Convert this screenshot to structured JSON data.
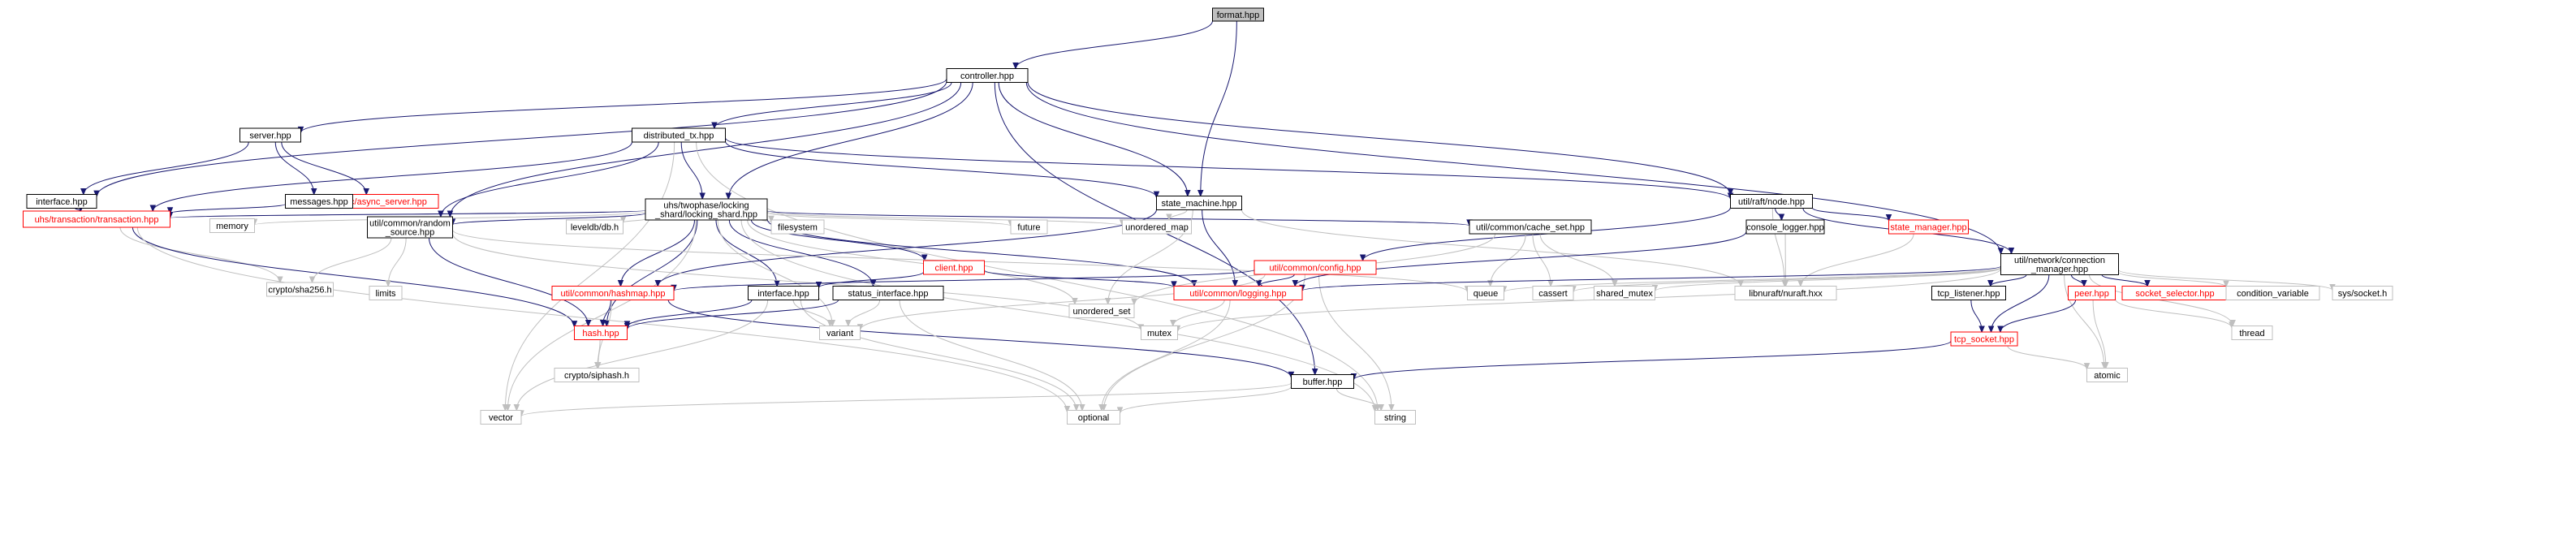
{
  "diagram": {
    "nodes": [
      {
        "id": "format",
        "lines": [
          "format.hpp"
        ],
        "style": "root"
      },
      {
        "id": "controller",
        "lines": [
          "controller.hpp"
        ],
        "style": "dark"
      },
      {
        "id": "server",
        "lines": [
          "server.hpp"
        ],
        "style": "dark"
      },
      {
        "id": "distributed_tx",
        "lines": [
          "distributed_tx.hpp"
        ],
        "style": "dark"
      },
      {
        "id": "interface_top",
        "lines": [
          "interface.hpp"
        ],
        "style": "dark"
      },
      {
        "id": "async_server",
        "lines": [
          "util/rpc/async_server.hpp"
        ],
        "style": "red"
      },
      {
        "id": "messages",
        "lines": [
          "messages.hpp"
        ],
        "style": "dark"
      },
      {
        "id": "locking_shard",
        "lines": [
          "uhs/twophase/locking",
          "_shard/locking_shard.hpp"
        ],
        "style": "dark"
      },
      {
        "id": "state_machine",
        "lines": [
          "state_machine.hpp"
        ],
        "style": "dark"
      },
      {
        "id": "raft_node",
        "lines": [
          "util/raft/node.hpp"
        ],
        "style": "dark"
      },
      {
        "id": "transaction",
        "lines": [
          "uhs/transaction/transaction.hpp"
        ],
        "style": "red"
      },
      {
        "id": "memory",
        "lines": [
          "memory"
        ],
        "style": "gray"
      },
      {
        "id": "random_source",
        "lines": [
          "util/common/random",
          "_source.hpp"
        ],
        "style": "dark"
      },
      {
        "id": "leveldb",
        "lines": [
          "leveldb/db.h"
        ],
        "style": "gray"
      },
      {
        "id": "filesystem",
        "lines": [
          "filesystem"
        ],
        "style": "gray"
      },
      {
        "id": "client",
        "lines": [
          "client.hpp"
        ],
        "style": "red"
      },
      {
        "id": "future",
        "lines": [
          "future"
        ],
        "style": "gray"
      },
      {
        "id": "unordered_map",
        "lines": [
          "unordered_map"
        ],
        "style": "gray"
      },
      {
        "id": "config",
        "lines": [
          "util/common/config.hpp"
        ],
        "style": "red"
      },
      {
        "id": "cache_set",
        "lines": [
          "util/common/cache_set.hpp"
        ],
        "style": "dark"
      },
      {
        "id": "console_logger",
        "lines": [
          "console_logger.hpp"
        ],
        "style": "dark"
      },
      {
        "id": "state_manager",
        "lines": [
          "state_manager.hpp"
        ],
        "style": "red"
      },
      {
        "id": "connection_manager",
        "lines": [
          "util/network/connection",
          "_manager.hpp"
        ],
        "style": "dark"
      },
      {
        "id": "sha256",
        "lines": [
          "crypto/sha256.h"
        ],
        "style": "gray"
      },
      {
        "id": "limits",
        "lines": [
          "limits"
        ],
        "style": "gray"
      },
      {
        "id": "hashmap",
        "lines": [
          "util/common/hashmap.hpp"
        ],
        "style": "red"
      },
      {
        "id": "interface_mid",
        "lines": [
          "interface.hpp"
        ],
        "style": "dark"
      },
      {
        "id": "status_interface",
        "lines": [
          "status_interface.hpp"
        ],
        "style": "dark"
      },
      {
        "id": "unordered_set",
        "lines": [
          "unordered_set"
        ],
        "style": "gray"
      },
      {
        "id": "logging",
        "lines": [
          "util/common/logging.hpp"
        ],
        "style": "red"
      },
      {
        "id": "queue",
        "lines": [
          "queue"
        ],
        "style": "gray"
      },
      {
        "id": "cassert",
        "lines": [
          "cassert"
        ],
        "style": "gray"
      },
      {
        "id": "shared_mutex",
        "lines": [
          "shared_mutex"
        ],
        "style": "gray"
      },
      {
        "id": "nuraft",
        "lines": [
          "libnuraft/nuraft.hxx"
        ],
        "style": "gray"
      },
      {
        "id": "tcp_listener",
        "lines": [
          "tcp_listener.hpp"
        ],
        "style": "dark"
      },
      {
        "id": "peer",
        "lines": [
          "peer.hpp"
        ],
        "style": "red"
      },
      {
        "id": "socket_selector",
        "lines": [
          "socket_selector.hpp"
        ],
        "style": "red"
      },
      {
        "id": "condition_variable",
        "lines": [
          "condition_variable"
        ],
        "style": "gray"
      },
      {
        "id": "sys_socket",
        "lines": [
          "sys/socket.h"
        ],
        "style": "gray"
      },
      {
        "id": "hash",
        "lines": [
          "hash.hpp"
        ],
        "style": "red"
      },
      {
        "id": "variant",
        "lines": [
          "variant"
        ],
        "style": "gray"
      },
      {
        "id": "mutex",
        "lines": [
          "mutex"
        ],
        "style": "gray"
      },
      {
        "id": "thread",
        "lines": [
          "thread"
        ],
        "style": "gray"
      },
      {
        "id": "tcp_socket",
        "lines": [
          "tcp_socket.hpp"
        ],
        "style": "red"
      },
      {
        "id": "siphash",
        "lines": [
          "crypto/siphash.h"
        ],
        "style": "gray"
      },
      {
        "id": "atomic",
        "lines": [
          "atomic"
        ],
        "style": "gray"
      },
      {
        "id": "buffer",
        "lines": [
          "buffer.hpp"
        ],
        "style": "dark"
      },
      {
        "id": "vector",
        "lines": [
          "vector"
        ],
        "style": "gray"
      },
      {
        "id": "optional",
        "lines": [
          "optional"
        ],
        "style": "gray"
      },
      {
        "id": "string",
        "lines": [
          "string"
        ],
        "style": "gray"
      }
    ],
    "edges": [
      [
        "format",
        "controller"
      ],
      [
        "format",
        "state_machine"
      ],
      [
        "controller",
        "server"
      ],
      [
        "controller",
        "distributed_tx"
      ],
      [
        "controller",
        "interface_top"
      ],
      [
        "controller",
        "locking_shard"
      ],
      [
        "controller",
        "state_machine"
      ],
      [
        "controller",
        "raft_node"
      ],
      [
        "controller",
        "random_source"
      ],
      [
        "controller",
        "connection_manager"
      ],
      [
        "controller",
        "buffer"
      ],
      [
        "server",
        "interface_top"
      ],
      [
        "server",
        "async_server"
      ],
      [
        "server",
        "messages"
      ],
      [
        "distributed_tx",
        "locking_shard"
      ],
      [
        "distributed_tx",
        "state_machine"
      ],
      [
        "distributed_tx",
        "raft_node"
      ],
      [
        "distributed_tx",
        "transaction"
      ],
      [
        "distributed_tx",
        "random_source"
      ],
      [
        "distributed_tx",
        "vector"
      ],
      [
        "distributed_tx",
        "string"
      ],
      [
        "interface_top",
        "transaction"
      ],
      [
        "messages",
        "transaction"
      ],
      [
        "locking_shard",
        "transaction"
      ],
      [
        "locking_shard",
        "memory"
      ],
      [
        "locking_shard",
        "random_source"
      ],
      [
        "locking_shard",
        "leveldb"
      ],
      [
        "locking_shard",
        "filesystem"
      ],
      [
        "locking_shard",
        "client"
      ],
      [
        "locking_shard",
        "future"
      ],
      [
        "locking_shard",
        "unordered_map"
      ],
      [
        "locking_shard",
        "cache_set"
      ],
      [
        "locking_shard",
        "hashmap"
      ],
      [
        "locking_shard",
        "interface_mid"
      ],
      [
        "locking_shard",
        "status_interface"
      ],
      [
        "locking_shard",
        "logging"
      ],
      [
        "locking_shard",
        "hash"
      ],
      [
        "locking_shard",
        "variant"
      ],
      [
        "locking_shard",
        "unordered_set"
      ],
      [
        "locking_shard",
        "string"
      ],
      [
        "locking_shard",
        "vector"
      ],
      [
        "state_machine",
        "unordered_map"
      ],
      [
        "state_machine",
        "logging"
      ],
      [
        "state_machine",
        "unordered_set"
      ],
      [
        "state_machine",
        "hashmap"
      ],
      [
        "state_machine",
        "nuraft"
      ],
      [
        "raft_node",
        "config"
      ],
      [
        "raft_node",
        "console_logger"
      ],
      [
        "raft_node",
        "state_manager"
      ],
      [
        "raft_node",
        "connection_manager"
      ],
      [
        "raft_node",
        "nuraft"
      ],
      [
        "transaction",
        "sha256"
      ],
      [
        "transaction",
        "hash"
      ],
      [
        "transaction",
        "optional"
      ],
      [
        "random_source",
        "sha256"
      ],
      [
        "random_source",
        "limits"
      ],
      [
        "random_source",
        "hash"
      ],
      [
        "random_source",
        "queue"
      ],
      [
        "random_source",
        "mutex"
      ],
      [
        "client",
        "interface_mid"
      ],
      [
        "client",
        "logging"
      ],
      [
        "config",
        "logging"
      ],
      [
        "config",
        "hashmap"
      ],
      [
        "config",
        "variant"
      ],
      [
        "config",
        "optional"
      ],
      [
        "config",
        "string"
      ],
      [
        "cache_set",
        "queue"
      ],
      [
        "cache_set",
        "cassert"
      ],
      [
        "cache_set",
        "shared_mutex"
      ],
      [
        "cache_set",
        "unordered_set"
      ],
      [
        "console_logger",
        "logging"
      ],
      [
        "console_logger",
        "nuraft"
      ],
      [
        "state_manager",
        "nuraft"
      ],
      [
        "connection_manager",
        "queue"
      ],
      [
        "connection_manager",
        "cassert"
      ],
      [
        "connection_manager",
        "shared_mutex"
      ],
      [
        "connection_manager",
        "tcp_listener"
      ],
      [
        "connection_manager",
        "peer"
      ],
      [
        "connection_manager",
        "socket_selector"
      ],
      [
        "connection_manager",
        "condition_variable"
      ],
      [
        "connection_manager",
        "sys_socket"
      ],
      [
        "connection_manager",
        "thread"
      ],
      [
        "connection_manager",
        "tcp_socket"
      ],
      [
        "connection_manager",
        "atomic"
      ],
      [
        "connection_manager",
        "mutex"
      ],
      [
        "connection_manager",
        "logging"
      ],
      [
        "hashmap",
        "hash"
      ],
      [
        "hashmap",
        "siphash"
      ],
      [
        "hashmap",
        "buffer"
      ],
      [
        "interface_mid",
        "hash"
      ],
      [
        "interface_mid",
        "variant"
      ],
      [
        "interface_mid",
        "vector"
      ],
      [
        "interface_mid",
        "optional"
      ],
      [
        "status_interface",
        "hash"
      ],
      [
        "status_interface",
        "variant"
      ],
      [
        "status_interface",
        "optional"
      ],
      [
        "logging",
        "mutex"
      ],
      [
        "logging",
        "optional"
      ],
      [
        "hash",
        "siphash"
      ],
      [
        "tcp_listener",
        "tcp_socket"
      ],
      [
        "peer",
        "tcp_socket"
      ],
      [
        "peer",
        "thread"
      ],
      [
        "peer",
        "atomic"
      ],
      [
        "tcp_socket",
        "buffer"
      ],
      [
        "tcp_socket",
        "atomic"
      ],
      [
        "buffer",
        "vector"
      ],
      [
        "buffer",
        "optional"
      ],
      [
        "buffer",
        "string"
      ]
    ]
  }
}
